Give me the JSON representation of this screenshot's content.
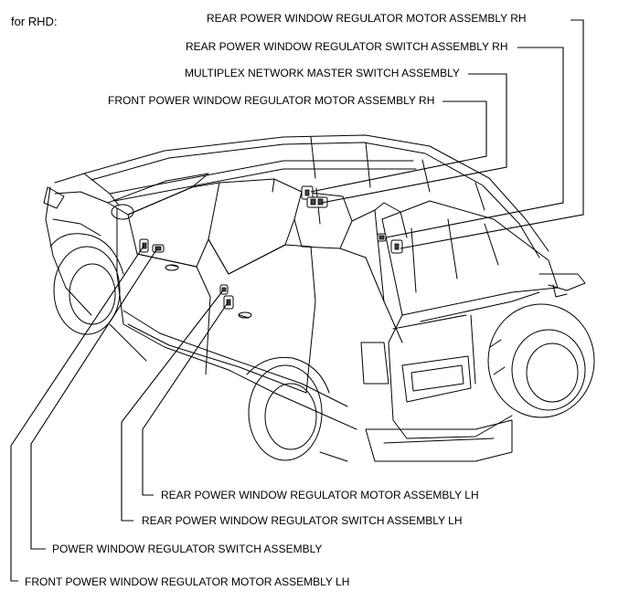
{
  "variant_label": "for RHD:",
  "callouts": {
    "rear_motor_rh": "REAR POWER WINDOW REGULATOR MOTOR ASSEMBLY RH",
    "rear_switch_rh": "REAR POWER WINDOW REGULATOR SWITCH ASSEMBLY RH",
    "master_switch": "MULTIPLEX NETWORK MASTER SWITCH ASSEMBLY",
    "front_motor_rh": "FRONT POWER WINDOW REGULATOR MOTOR ASSEMBLY RH",
    "rear_motor_lh": "REAR POWER WINDOW REGULATOR MOTOR ASSEMBLY LH",
    "rear_switch_lh": "REAR POWER WINDOW REGULATOR SWITCH ASSEMBLY LH",
    "pw_switch": "POWER WINDOW REGULATOR SWITCH ASSEMBLY",
    "front_motor_lh": "FRONT POWER WINDOW REGULATOR MOTOR ASSEMBLY LH"
  }
}
